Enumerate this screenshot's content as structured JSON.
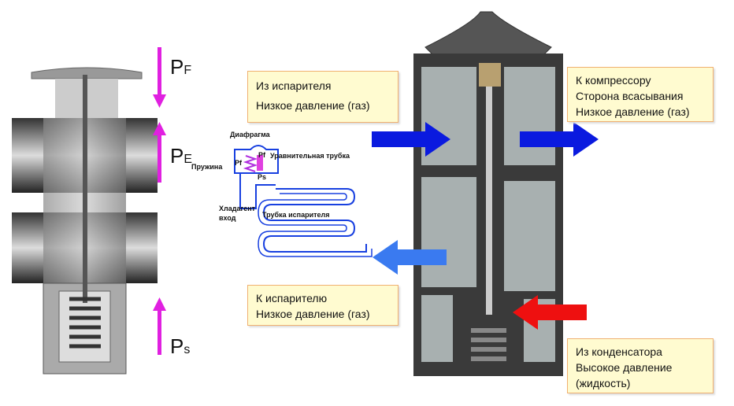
{
  "pressures": {
    "pf_main": "P",
    "pf_sub": "F",
    "pe_main": "P",
    "pe_sub": "E",
    "ps_main": "P",
    "ps_sub": "s"
  },
  "schematic": {
    "diaphragm": "Диафрагма",
    "equalizer": "Уравнительная трубка",
    "spring": "Пружина",
    "pf1": "Pf",
    "pf2": "Pf",
    "ps": "Ps",
    "refrigerant_in_1": "Хладагент",
    "refrigerant_in_2": "вход",
    "evaporator_tube": "Трубка испарителя"
  },
  "boxes": {
    "from_evaporator": [
      "Из испарителя",
      "Низкое давление (газ)"
    ],
    "to_compressor": [
      "К компрессору",
      "Сторона всасывания",
      "Низкое давление (газ)"
    ],
    "to_evaporator": [
      "К испарителю",
      "Низкое давление (газ)"
    ],
    "from_condenser": [
      "Из конденсатора",
      "Высокое давление",
      "(жидкость)"
    ]
  },
  "colors": {
    "magenta": "#e020e0",
    "blue": "#0a1adf",
    "lightblue": "#3a7af0",
    "red": "#ee1010",
    "box_fill": "#fffbd0",
    "box_border": "#f0b070"
  }
}
